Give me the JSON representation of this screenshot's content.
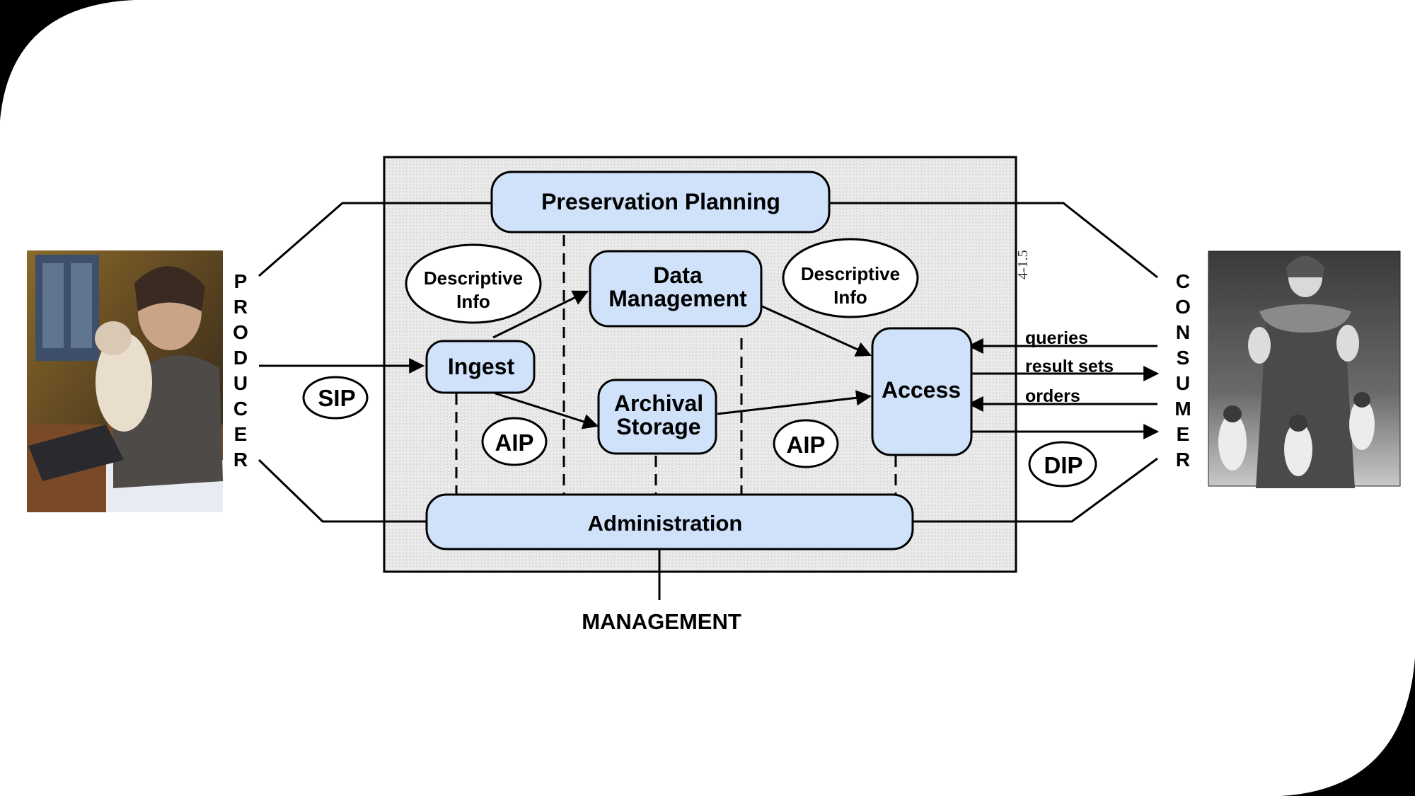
{
  "diagram": {
    "functions": {
      "preservation_planning": "Preservation Planning",
      "data_management_line1": "Data",
      "data_management_line2": "Management",
      "ingest": "Ingest",
      "archival_storage_line1": "Archival",
      "archival_storage_line2": "Storage",
      "access": "Access",
      "administration": "Administration"
    },
    "info_objects": {
      "descriptive_info_left_line1": "Descriptive",
      "descriptive_info_left_line2": "Info",
      "descriptive_info_right_line1": "Descriptive",
      "descriptive_info_right_line2": "Info",
      "sip": "SIP",
      "aip_left": "AIP",
      "aip_right": "AIP",
      "dip": "DIP"
    },
    "flows": {
      "queries": "queries",
      "result_sets": "result sets",
      "orders": "orders"
    },
    "external_entities": {
      "producer_letters": [
        "P",
        "R",
        "O",
        "D",
        "U",
        "C",
        "E",
        "R"
      ],
      "consumer_letters": [
        "C",
        "O",
        "N",
        "S",
        "U",
        "M",
        "E",
        "R"
      ],
      "management": "MANAGEMENT"
    },
    "margin_note": "4-1.5",
    "photos": {
      "producer": "person-with-cat-at-laptop",
      "consumer": "woman-with-siamese-cats"
    },
    "colors": {
      "box_fill": "#cfe2fa",
      "background_panel": "#e6e6e6",
      "slide_bg": "#ffffff",
      "frame": "#000000"
    }
  }
}
